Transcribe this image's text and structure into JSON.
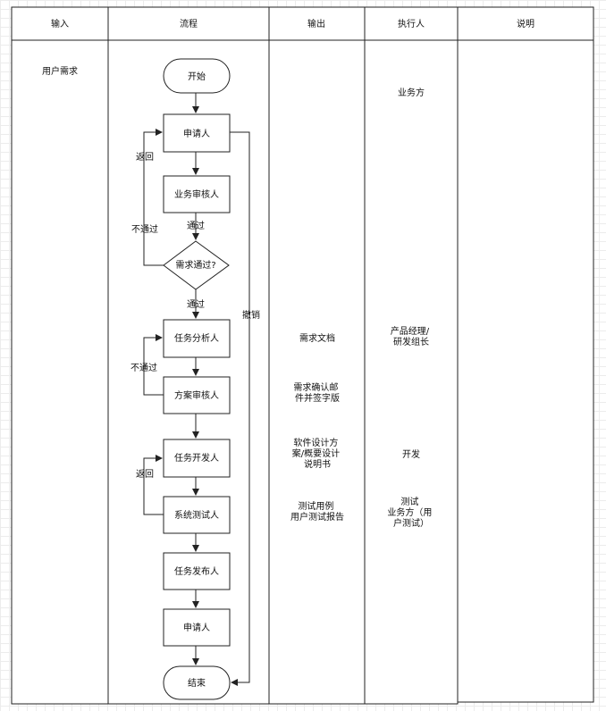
{
  "lanes": [
    {
      "title": "输入"
    },
    {
      "title": "流程"
    },
    {
      "title": "输出"
    },
    {
      "title": "执行人"
    },
    {
      "title": "说明"
    }
  ],
  "inputs": [
    "用户需求"
  ],
  "nodes": {
    "start": "开始",
    "apply": "申请人",
    "biz_review": "业务审核人",
    "decision": "需求通过?",
    "task_analysis": "任务分析人",
    "plan_review": "方案审核人",
    "task_dev": "任务开发人",
    "sys_test": "系统测试人",
    "task_release": "任务发布人",
    "apply2": "申请人",
    "end": "结束"
  },
  "edge_labels": {
    "return1": "返回",
    "pass1": "通过",
    "reject1": "不通过",
    "pass2": "通过",
    "cancel": "撤销",
    "reject2": "不通过",
    "return2": "返回"
  },
  "outputs": [
    [
      "需求文档"
    ],
    [
      "需求确认邮",
      "件并签字版"
    ],
    [
      "软件设计方",
      "案/概要设计",
      "说明书"
    ],
    [
      "测试用例",
      "用户测试报告"
    ]
  ],
  "executors": [
    [
      "业务方"
    ],
    [
      "产品经理/",
      "研发组长"
    ],
    [
      "开发"
    ],
    [
      "测试",
      "业务方（用",
      "户测试）"
    ]
  ]
}
